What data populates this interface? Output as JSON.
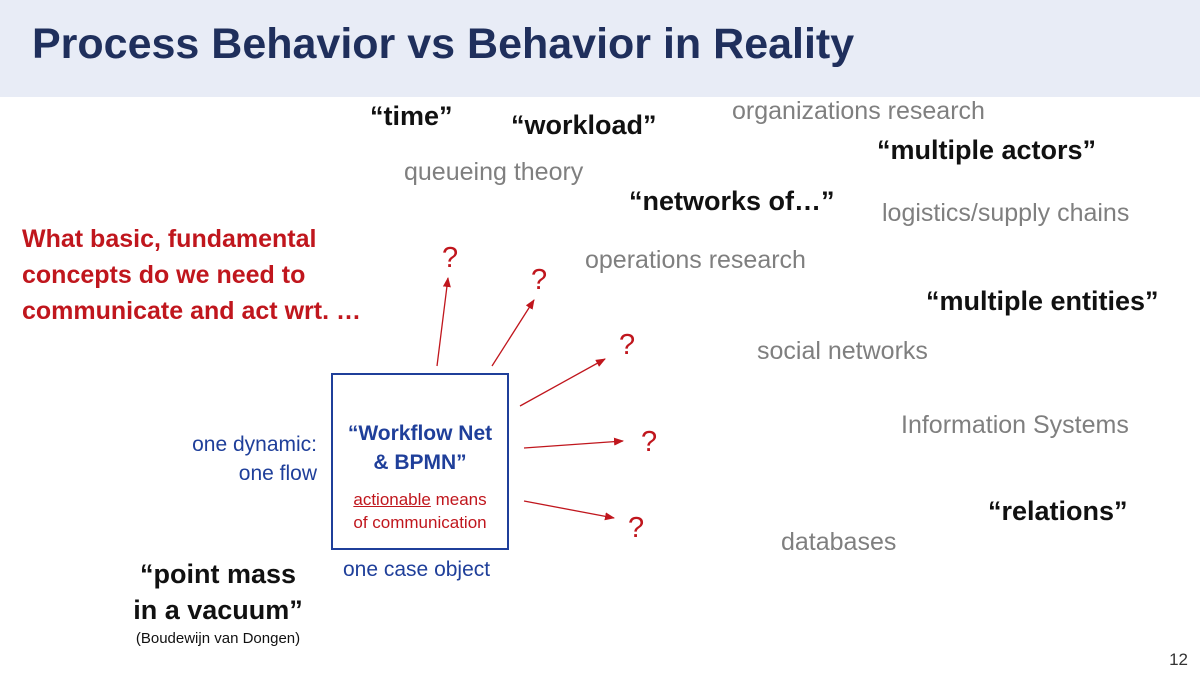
{
  "title": "Process Behavior vs Behavior in Reality",
  "question": {
    "line1": "What basic, fundamental",
    "line2": "concepts do we need to",
    "line3": "communicate and act wrt. …"
  },
  "concepts_bold": {
    "time": "“time”",
    "workload": "“workload”",
    "multiple_actors": "“multiple actors”",
    "networks_of": "“networks of…”",
    "multiple_entities": "“multiple entities”",
    "relations": "“relations”"
  },
  "fields_gray": {
    "organizations_research": "organizations research",
    "queueing_theory": "queueing theory",
    "logistics": "logistics/supply chains",
    "operations_research": "operations research",
    "social_networks": "social networks",
    "information_systems": "Information Systems",
    "databases": "databases"
  },
  "box": {
    "title_line1": "“Workflow Net",
    "title_line2": "& BPMN”",
    "note_underlined": "actionable",
    "note_rest": " means",
    "note_line2": "of communication"
  },
  "labels": {
    "one_dynamic": "one dynamic:",
    "one_flow": "one flow",
    "one_case_object": "one case object"
  },
  "quote": {
    "line1": "“point mass",
    "line2": "in a vacuum”",
    "attribution": "(Boudewijn van Dongen)"
  },
  "question_mark": "?",
  "page_number": "12",
  "colors": {
    "title": "#1f2f5c",
    "title_bar": "#e8ecf6",
    "accent_red": "#c0161d",
    "accent_blue": "#1f3f9a",
    "gray_text": "#7f7f7f"
  }
}
